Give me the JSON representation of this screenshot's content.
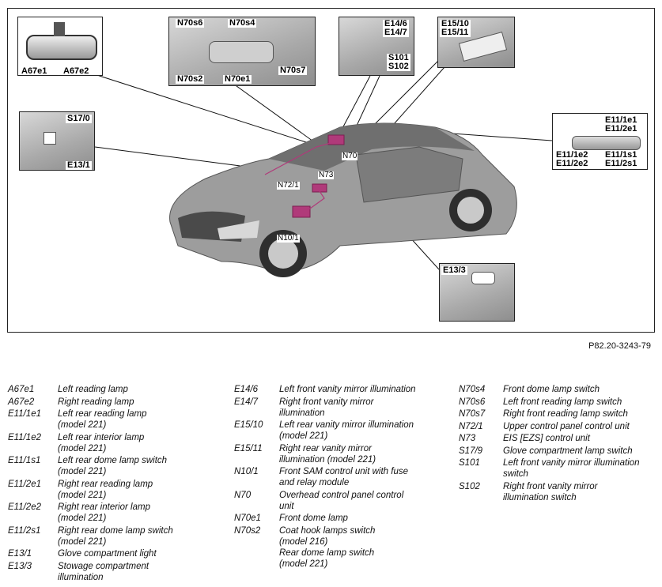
{
  "figure": {
    "reference": "P82.20-3243-79",
    "insets": {
      "mirror": [
        "A67e1",
        "A67e2"
      ],
      "overhead": [
        "N70s6",
        "N70s4",
        "N70s2",
        "N70e1",
        "N70s7"
      ],
      "visor_left": [
        "E14/6\nE14/7",
        "S101\nS102"
      ],
      "visor_right": [
        "E15/10\nE15/11"
      ],
      "rear_lamp": [
        "E11/1e1\nE11/2e1",
        "E11/1e2\nE11/2e2",
        "E11/1s1\nE11/2s1"
      ],
      "glovebox": [
        "S17/0",
        "E13/1"
      ],
      "stowage": [
        "E13/3"
      ]
    },
    "car_labels": [
      "N70",
      "N73",
      "N72/1",
      "N10/1"
    ]
  },
  "legend": {
    "col1": [
      {
        "code": "A67e1",
        "desc": "Left reading lamp"
      },
      {
        "code": "A67e2",
        "desc": "Right reading lamp"
      },
      {
        "code": "E11/1e1",
        "desc": "Left rear reading lamp\n(model 221)"
      },
      {
        "code": "E11/1e2",
        "desc": "Left rear interior lamp\n(model 221)"
      },
      {
        "code": "E11/1s1",
        "desc": "Left rear dome lamp switch\n(model 221)"
      },
      {
        "code": "E11/2e1",
        "desc": "Right rear reading lamp\n(model 221)"
      },
      {
        "code": "E11/2e2",
        "desc": "Right rear interior lamp\n(model 221)"
      },
      {
        "code": "E11/2s1",
        "desc": "Right rear dome lamp switch\n(model 221)"
      },
      {
        "code": "E13/1",
        "desc": "Glove compartment light"
      },
      {
        "code": "E13/3",
        "desc": "Stowage compartment\nillumination"
      }
    ],
    "col2": [
      {
        "code": "E14/6",
        "desc": "Left front vanity mirror illumination"
      },
      {
        "code": "E14/7",
        "desc": "Right front vanity mirror\nillumination"
      },
      {
        "code": "E15/10",
        "desc": "Left rear vanity mirror illumination\n(model 221)"
      },
      {
        "code": "E15/11",
        "desc": "Right rear vanity mirror\nillumination (model 221)"
      },
      {
        "code": "N10/1",
        "desc": "Front SAM control unit with fuse\nand relay module"
      },
      {
        "code": "N70",
        "desc": "Overhead control panel control\nunit"
      },
      {
        "code": "N70e1",
        "desc": "Front dome lamp"
      },
      {
        "code": "N70s2",
        "desc": "Coat hook lamps switch\n(model 216)\nRear dome lamp switch\n(model 221)"
      }
    ],
    "col3": [
      {
        "code": "N70s4",
        "desc": "Front dome lamp switch"
      },
      {
        "code": "N70s6",
        "desc": "Left front reading lamp switch"
      },
      {
        "code": "N70s7",
        "desc": "Right front reading lamp switch"
      },
      {
        "code": "N72/1",
        "desc": "Upper control panel control unit"
      },
      {
        "code": "N73",
        "desc": "EIS [EZS] control unit"
      },
      {
        "code": "S17/9",
        "desc": "Glove compartment lamp switch"
      },
      {
        "code": "S101",
        "desc": "Left front vanity mirror illumination\nswitch"
      },
      {
        "code": "S102",
        "desc": "Right front vanity mirror\nillumination switch"
      }
    ]
  }
}
